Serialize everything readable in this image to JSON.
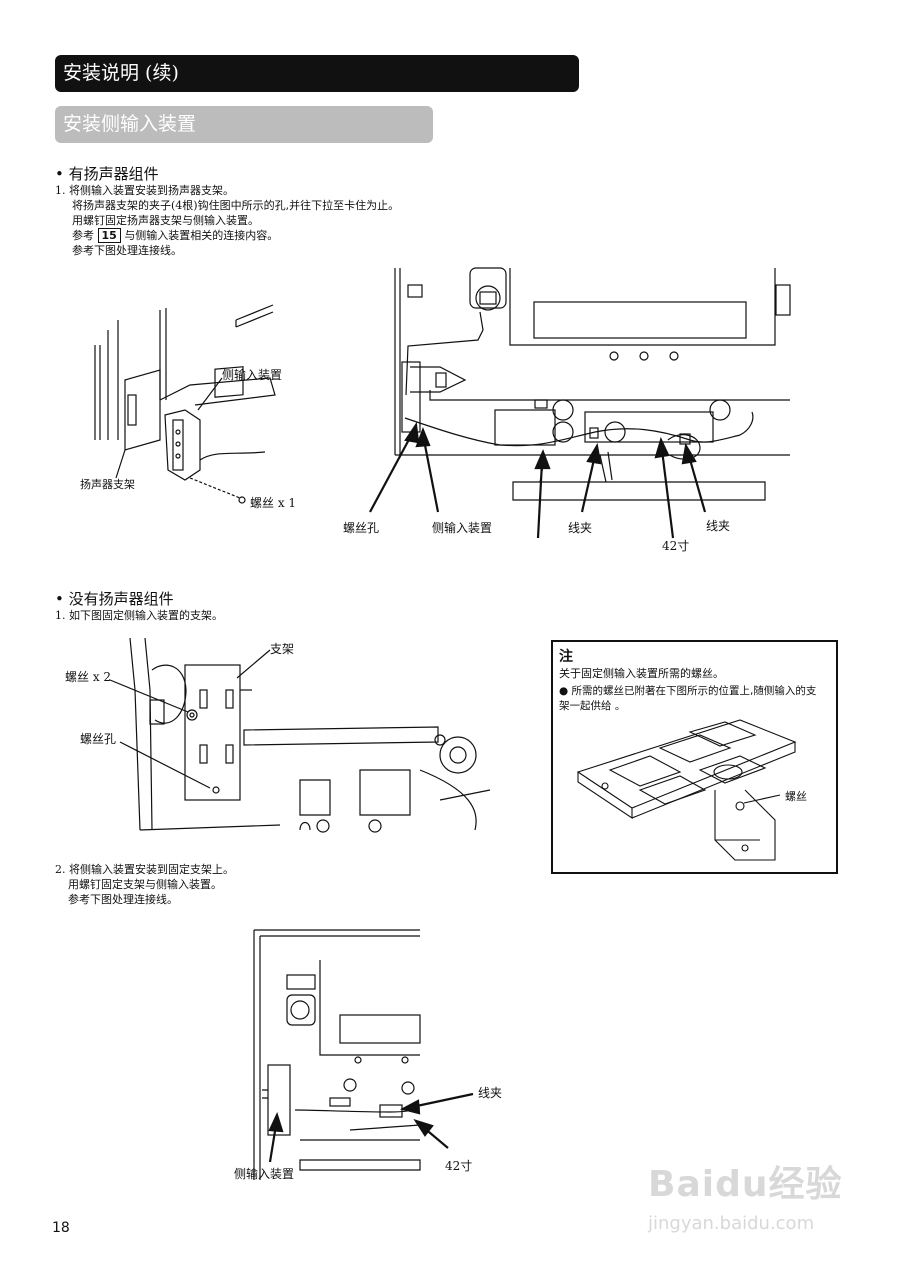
{
  "header": {
    "title": "安装说明 (续)",
    "subtitle": "安装侧输入装置"
  },
  "section1": {
    "heading": "• 有扬声器组件",
    "lines": [
      "1. 将侧输入装置安装到扬声器支架。",
      "将扬声器支架的夹子(4根)钩住图中所示的孔,并往下拉至卡住为止。",
      "用螺钉固定扬声器支架与侧输入装置。",
      "与侧输入装置相关的连接内容。",
      "参考下图处理连接线。"
    ],
    "ref_prefix": "参考",
    "ref_number": "15",
    "fig1_labels": {
      "side_input": "侧输入装置",
      "speaker_bracket": "扬声器支架",
      "screw": "螺丝 x 1"
    },
    "fig2_labels": {
      "screw_hole": "螺丝孔",
      "side_input": "侧输入装置",
      "clamp1": "线夹",
      "size": "42寸",
      "clamp2": "线夹"
    }
  },
  "section2": {
    "heading": "• 没有扬声器组件",
    "line1": "1. 如下图固定侧输入装置的支架。",
    "fig_labels": {
      "bracket": "支架",
      "screw": "螺丝 x 2",
      "screw_hole": "螺丝孔"
    },
    "step2": [
      "2. 将侧输入装置安装到固定支架上。",
      "用螺钉固定支架与侧输入装置。",
      "参考下图处理连接线。"
    ],
    "fig_bottom_labels": {
      "clamp": "线夹",
      "side_input": "侧输入装置",
      "size": "42寸"
    }
  },
  "note": {
    "title": "注",
    "line1": "关于固定侧输入装置所需的螺丝。",
    "bullet": "● 所需的螺丝已附著在下图所示的位置上,随侧输入的支架一起供给 。",
    "screw_label": "螺丝"
  },
  "page_number": "18",
  "watermark": {
    "brand": "Baidu经验",
    "url": "jingyan.baidu.com"
  }
}
